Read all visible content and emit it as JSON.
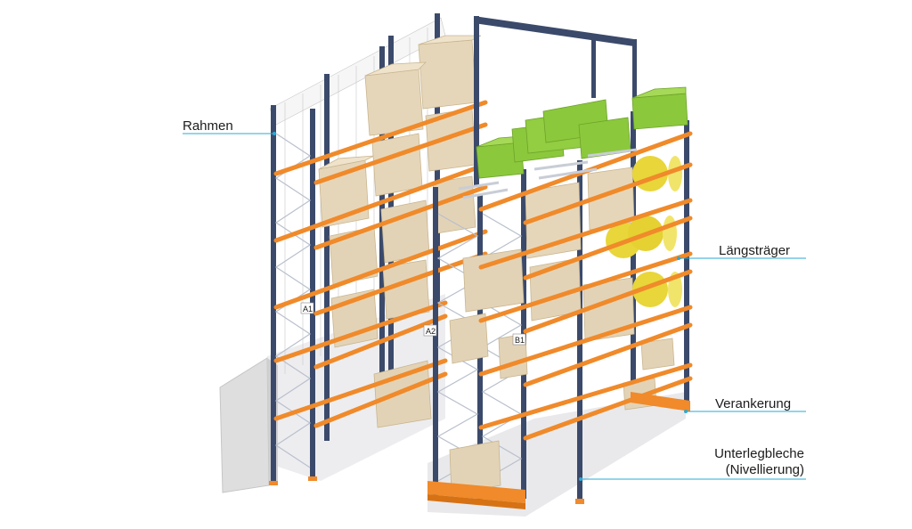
{
  "labels": {
    "frame": "Rahmen",
    "beam": "Längsträger",
    "anchoring": "Verankerung",
    "shims_line1": "Unterlegbleche",
    "shims_line2": "(Nivellierung)"
  },
  "rack_tags": {
    "a1": "A1",
    "a2": "A2",
    "b1": "B1"
  },
  "colors": {
    "upright": "#3b4a6b",
    "beam": "#f08a2a",
    "box": "#e3d3b6",
    "crate": "#8cc83c",
    "drum": "#e8d63a",
    "leader": "#2aa9d6"
  }
}
